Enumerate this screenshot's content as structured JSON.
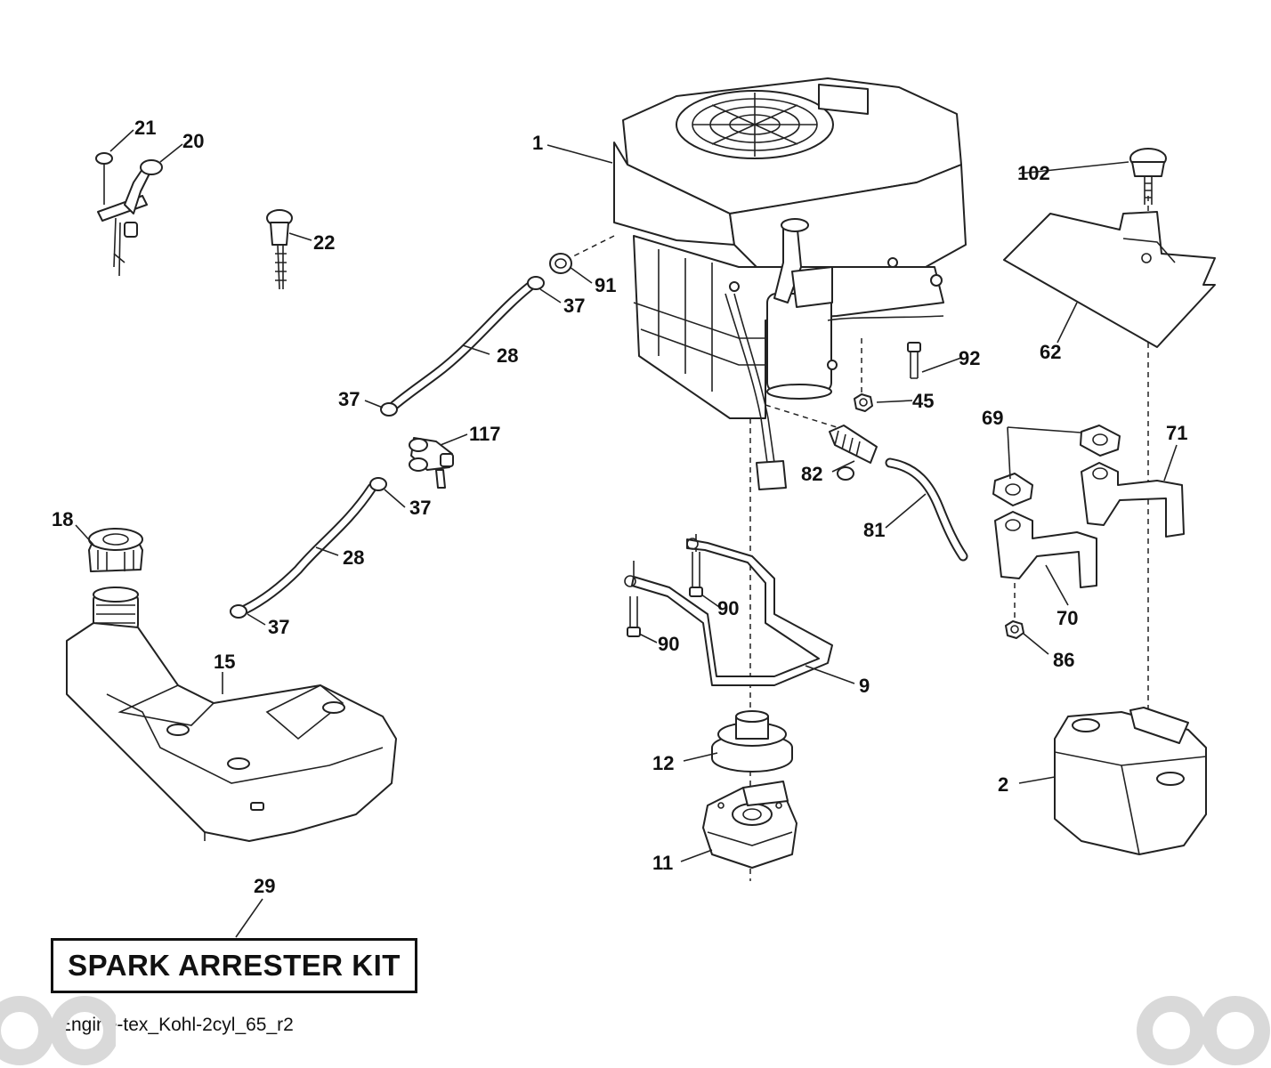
{
  "callouts": {
    "c1": "1",
    "c2": "2",
    "c9": "9",
    "c11": "11",
    "c12": "12",
    "c15": "15",
    "c18": "18",
    "c20": "20",
    "c21": "21",
    "c22": "22",
    "c28a": "28",
    "c28b": "28",
    "c29": "29",
    "c37a": "37",
    "c37b": "37",
    "c37c": "37",
    "c37d": "37",
    "c45": "45",
    "c62": "62",
    "c69": "69",
    "c70": "70",
    "c71": "71",
    "c81": "81",
    "c82": "82",
    "c86": "86",
    "c90a": "90",
    "c90b": "90",
    "c91": "91",
    "c92": "92",
    "c102": "102",
    "c117": "117"
  },
  "kit_label": "SPARK ARRESTER KIT",
  "filename": "Engine-tex_Kohl-2cyl_65_r2",
  "colors": {
    "ink": "#111111",
    "background": "#ffffff",
    "watermark": "#d9d9d9"
  },
  "watermark_icons": [
    "ao-logo-icon",
    "ao-logo-icon"
  ]
}
